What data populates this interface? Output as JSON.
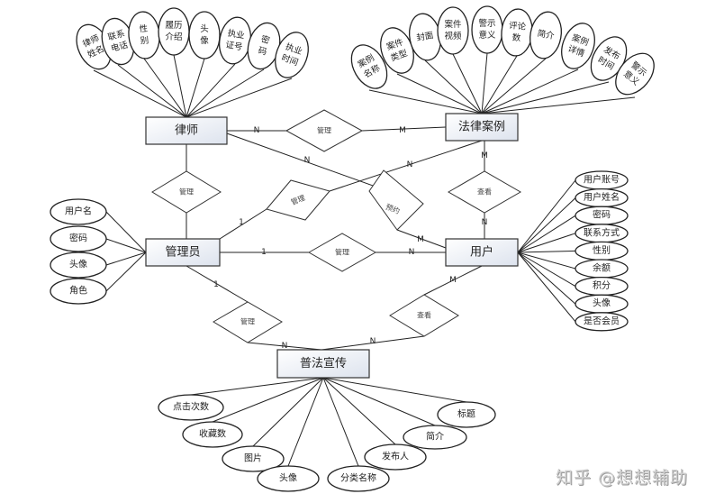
{
  "entities": {
    "lawyer": "律师",
    "case": "法律案例",
    "admin": "管理员",
    "user": "用户",
    "promo": "普法宣传"
  },
  "relationships": {
    "lawyer_case_manage": "管理",
    "lawyer_admin_manage": "管理",
    "admin_case_manage": "管理",
    "lawyer_user_reserve": "预约",
    "case_user_view": "查看",
    "admin_user_manage": "管理",
    "admin_promo_manage": "管理",
    "user_promo_view": "查看"
  },
  "cardinalities": {
    "lawyer_case_manage": [
      "N",
      "M"
    ],
    "admin_case_manage": [
      "1",
      "N"
    ],
    "lawyer_user_reserve": [
      "N",
      "M"
    ],
    "case_user_view": [
      "M",
      "N"
    ],
    "admin_user_manage": [
      "1",
      "N"
    ],
    "admin_promo_manage": [
      "1",
      "N"
    ],
    "user_promo_view": [
      "M",
      "N"
    ]
  },
  "lawyer_attributes": [
    [
      "律师",
      "姓名"
    ],
    [
      "联系",
      "电话"
    ],
    [
      "性",
      "别"
    ],
    [
      "履历",
      "介绍"
    ],
    [
      "头",
      "像"
    ],
    [
      "执业",
      "证号"
    ],
    [
      "密",
      "码"
    ],
    [
      "执业",
      "时间"
    ]
  ],
  "case_attributes": [
    [
      "案例",
      "名称"
    ],
    [
      "案件",
      "类型"
    ],
    [
      "封面"
    ],
    [
      "案件",
      "视频"
    ],
    [
      "警示",
      "意义"
    ],
    [
      "评论",
      "数"
    ],
    [
      "简介"
    ],
    [
      "案例",
      "详情"
    ],
    [
      "发布",
      "时间"
    ],
    [
      "警示",
      "意义"
    ]
  ],
  "admin_attributes": [
    "用户名",
    "密码",
    "头像",
    "角色"
  ],
  "user_attributes": [
    "用户账号",
    "用户姓名",
    "密码",
    "联系方式",
    "性别",
    "余额",
    "积分",
    "头像",
    "是否会员"
  ],
  "promo_attributes": [
    "点击次数",
    "收藏数",
    "图片",
    "头像",
    "分类名称",
    "发布人",
    "简介",
    "标题"
  ],
  "watermark": "知乎 @想想辅助"
}
